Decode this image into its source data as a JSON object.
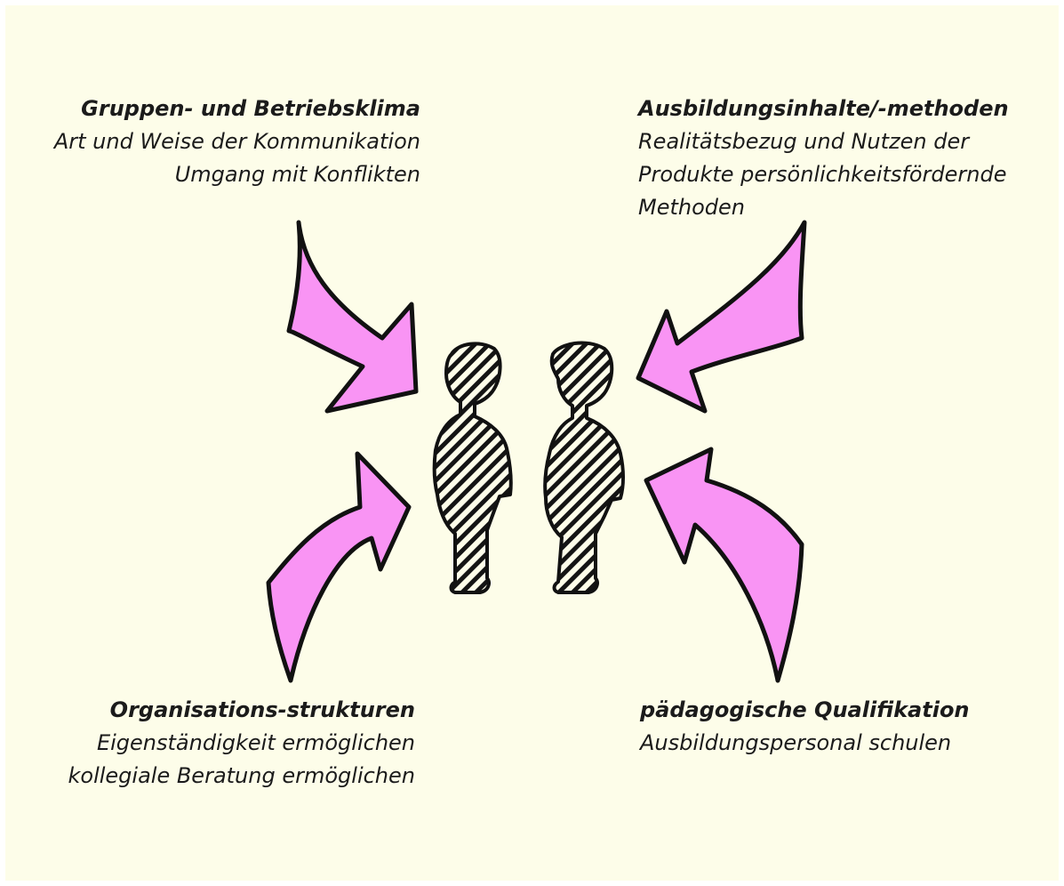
{
  "colors": {
    "background": "#fdfde9",
    "arrow_fill": "#f994f4",
    "outline": "#111111",
    "text": "#1b1b1b"
  },
  "blocks": {
    "top_left": {
      "heading": "Gruppen- und Betriebsklima",
      "lines": [
        "Art und Weise der Kommunikation",
        "Umgang mit Konflikten"
      ]
    },
    "top_right": {
      "heading": "Ausbildungsinhalte/-methoden",
      "lines": [
        "Realitätsbezug und Nutzen der",
        "Produkte persönlichkeitsfördernde",
        "Methoden"
      ]
    },
    "bottom_left": {
      "heading": "Organisations-strukturen",
      "lines": [
        "Eigenständigkeit ermöglichen",
        "kollegiale Beratung ermöglichen"
      ]
    },
    "bottom_right": {
      "heading": "pädagogische Qualifikation",
      "lines": [
        "Ausbildungspersonal schulen"
      ]
    }
  },
  "icons": {
    "arrows": [
      "arrow-top-left-icon",
      "arrow-top-right-icon",
      "arrow-bottom-left-icon",
      "arrow-bottom-right-icon"
    ],
    "people": [
      "person-left-icon",
      "person-right-icon"
    ]
  }
}
